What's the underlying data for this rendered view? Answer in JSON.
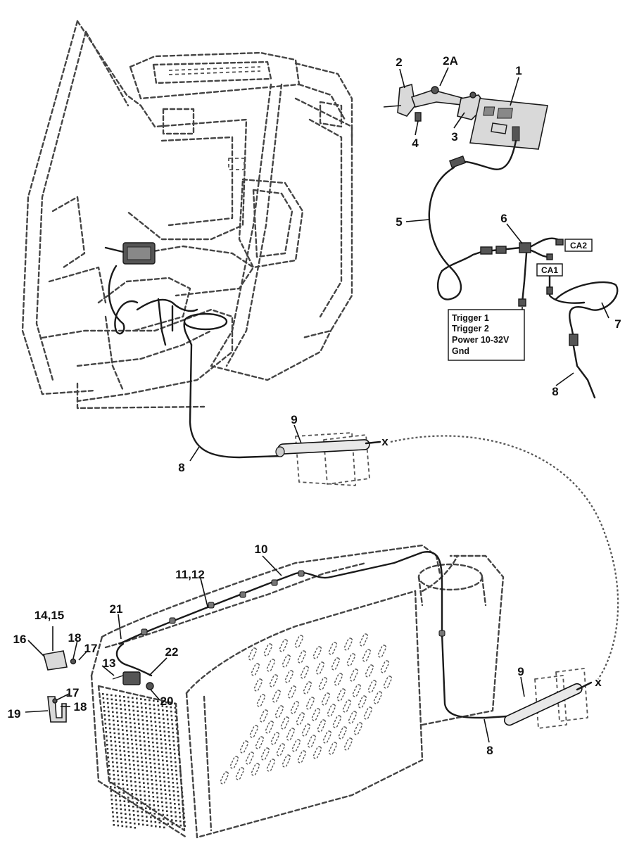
{
  "callouts": {
    "c1": "1",
    "c2": "2",
    "c2a": "2A",
    "c3": "3",
    "c4": "4",
    "c5": "5",
    "c6": "6",
    "c7": "7",
    "c8_upper_right": "8",
    "c8_upper_left": "8",
    "c8_lower": "8",
    "c9_upper": "9",
    "c9_lower": "9",
    "c10": "10",
    "c11_12": "11,12",
    "c13": "13",
    "c14_15": "14,15",
    "c16": "16",
    "c17_upper": "17",
    "c17_lower": "17",
    "c18_upper": "18",
    "c18_lower": "18",
    "c19": "19",
    "c20": "20",
    "c21": "21",
    "c22": "22"
  },
  "connector_labels": {
    "ca1": "CA1",
    "ca2": "CA2"
  },
  "pinout": [
    "Trigger 1",
    "Trigger 2",
    "Power 10-32V",
    "Gnd"
  ],
  "continuation_marks": {
    "upper": "x",
    "lower": "x"
  }
}
